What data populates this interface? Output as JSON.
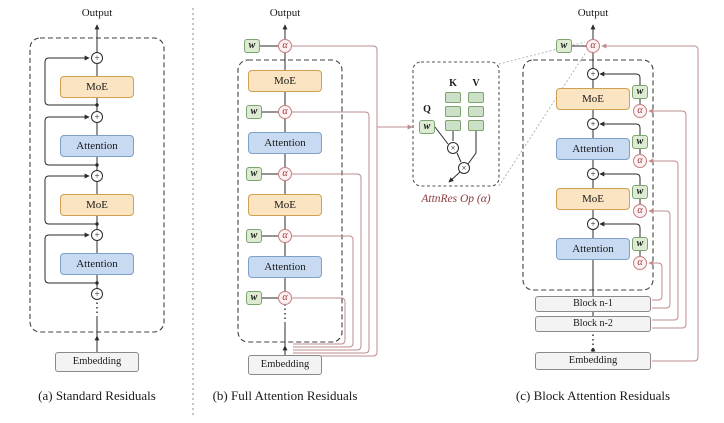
{
  "labels": {
    "output": "Output",
    "moe": "MoE",
    "attention": "Attention",
    "embedding": "Embedding",
    "w": "w",
    "alpha": "α",
    "plus": "+",
    "times": "×",
    "vdots": "⋮",
    "q": "Q",
    "k": "K",
    "v": "V",
    "block_n1": "Block n-1",
    "block_n2": "Block n-2"
  },
  "captions": {
    "a": "(a) Standard Residuals",
    "b": "(b) Full Attention Residuals",
    "c": "(c) Block Attention Residuals",
    "inset": "AttnRes Op (α)"
  },
  "colors": {
    "moe_fill": "#FBE4C1",
    "moe_border": "#CFA050",
    "attention_fill": "#C8DAF1",
    "attention_border": "#7E9FC8",
    "gray_fill": "#F3F3F3",
    "weight_fill": "#DCEBD2",
    "weight_border": "#7DA371",
    "alpha_border": "#C47C80",
    "alpha_text": "#9E3039",
    "residual_line": "#BF8C8C",
    "line": "#2b2b2b"
  }
}
